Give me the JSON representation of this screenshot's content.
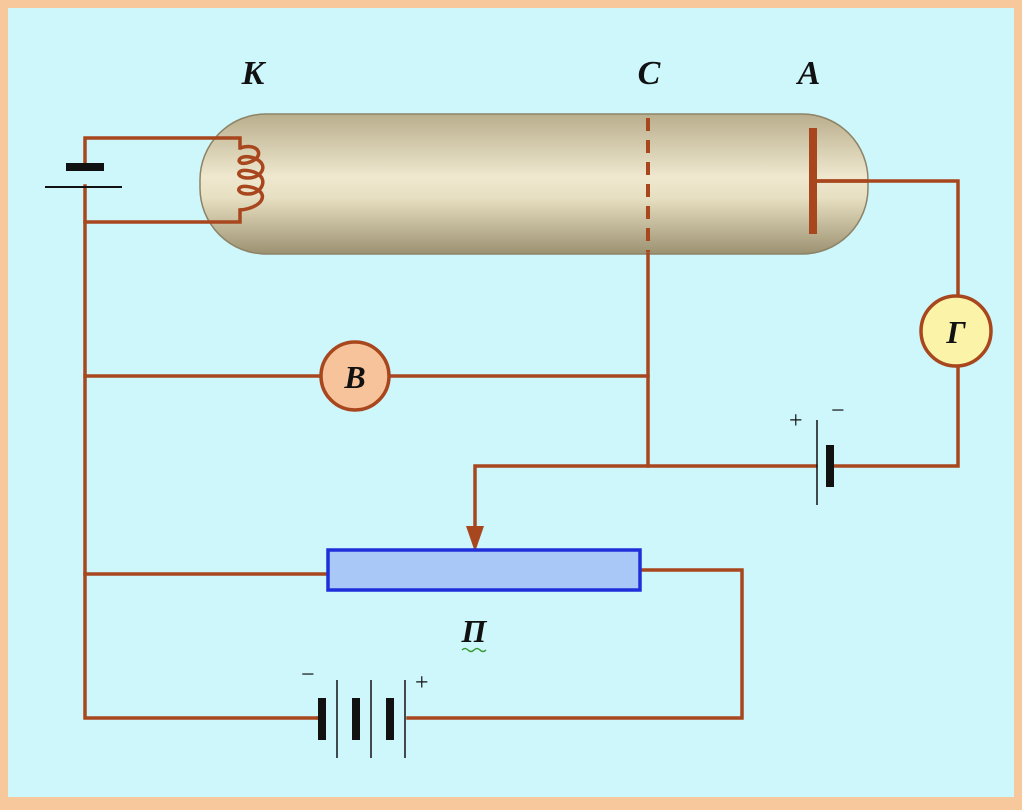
{
  "labels": {
    "cathode": "K",
    "grid": "C",
    "anode": "A",
    "voltmeter": "B",
    "galvanometer": "Г",
    "potentiometer": "П",
    "plus": "+",
    "minus": "−"
  },
  "colors": {
    "border": "#f6c89b",
    "background": "#cdf7fb",
    "wire": "#a8461e",
    "tube_body": "#d8d0b0",
    "voltmeter_fill": "#f7c39a",
    "galvanometer_fill": "#fbf3a8",
    "potentiometer_fill": "#a9c8f8",
    "potentiometer_stroke": "#1f2fd9",
    "battery": "#111111"
  }
}
